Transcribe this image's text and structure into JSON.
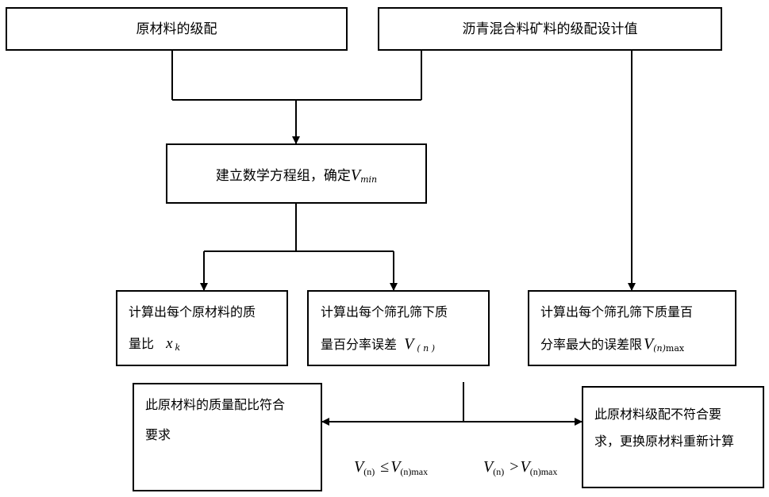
{
  "nodes": {
    "raw_gradation": "原材料的级配",
    "mix_design": "沥青混合料矿料的级配设计值",
    "equations_prefix": "建立数学方程组，确定",
    "equations_var": "V",
    "equations_sub": "min",
    "mass_ratio_line1": "计算出每个原材料的质",
    "mass_ratio_line2": "量比",
    "mass_ratio_var": "x",
    "mass_ratio_sub": "k",
    "sieve_error_line1": "计算出每个筛孔筛下质",
    "sieve_error_line2": "量百分率误差",
    "sieve_error_var": "V",
    "sieve_error_sub": "( n )",
    "max_error_line1": "计算出每个筛孔筛下质量百",
    "max_error_line2": "分率最大的误差限",
    "max_error_var": "V",
    "max_error_sub": "(n)",
    "max_error_sub2": "max",
    "accept_line1": "此原材料的质量配比符合",
    "accept_line2": "要求",
    "reject_line1": "此原材料级配不符合要",
    "reject_line2": "求，更换原材料重新计算"
  },
  "conditions": {
    "left_var": "V",
    "left_sub": "(n)",
    "left_op": "≤",
    "left_rhs_var": "V",
    "left_rhs_sub": "(n)max",
    "right_var": "V",
    "right_sub": "(n)",
    "right_op": ">",
    "right_rhs_var": "V",
    "right_rhs_sub": "(n)max"
  }
}
